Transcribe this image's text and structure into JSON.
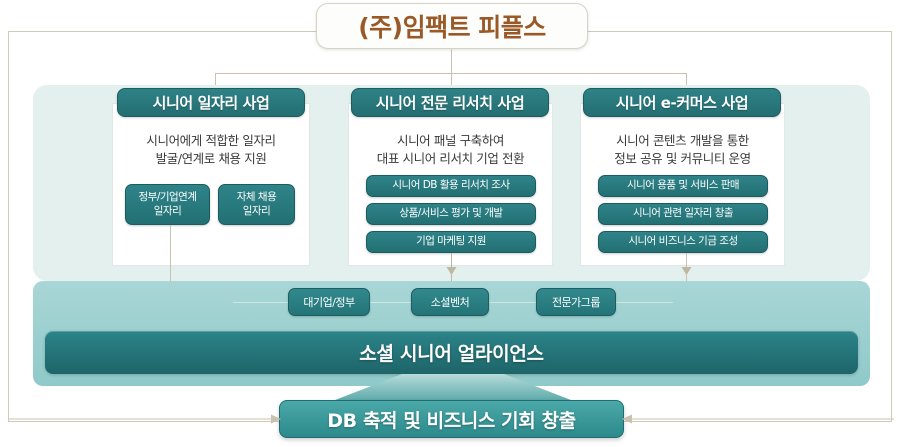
{
  "root": {
    "title": "(주)임팩트 피플스",
    "title_color": "#9a5a28"
  },
  "columns": [
    {
      "header": "시니어 일자리 사업",
      "description": "시니어에게 적합한 일자리\n발굴/연계로 채용 지원",
      "items": [
        "정부/기업연계\n일자리",
        "자체 채용\n일자리"
      ]
    },
    {
      "header": "시니어 전문 리서치 사업",
      "description": "시니어 패널 구축하여\n대표 시니어 리서치 기업 전환",
      "items": [
        "시니어 DB 활용 리서치 조사",
        "상품/서비스 평가 및 개발",
        "기업 마케팅 지원"
      ]
    },
    {
      "header": "시니어 e-커머스 사업",
      "description": "시니어 콘텐츠 개발을 통한\n정보 공유 및 커뮤니티 운영",
      "items": [
        "시니어 용품 및 서비스 판매",
        "시니어 관련 일자리 창출",
        "시니어 비즈니스 기금 조성"
      ]
    }
  ],
  "alliance": {
    "title": "소셜 시니어 얼라이언스",
    "partners": [
      "대기업/정부",
      "소셜벤처",
      "전문가그룹"
    ]
  },
  "outcome": {
    "label": "DB 축적 및 비즈니스 기회 창출"
  },
  "palette": {
    "header_teal": "#246e72",
    "pill_teal": "#227073",
    "alliance_light": "#8fc9c9",
    "panel_mint": "#e4f0ee",
    "frame_line": "#cfcbb8"
  }
}
